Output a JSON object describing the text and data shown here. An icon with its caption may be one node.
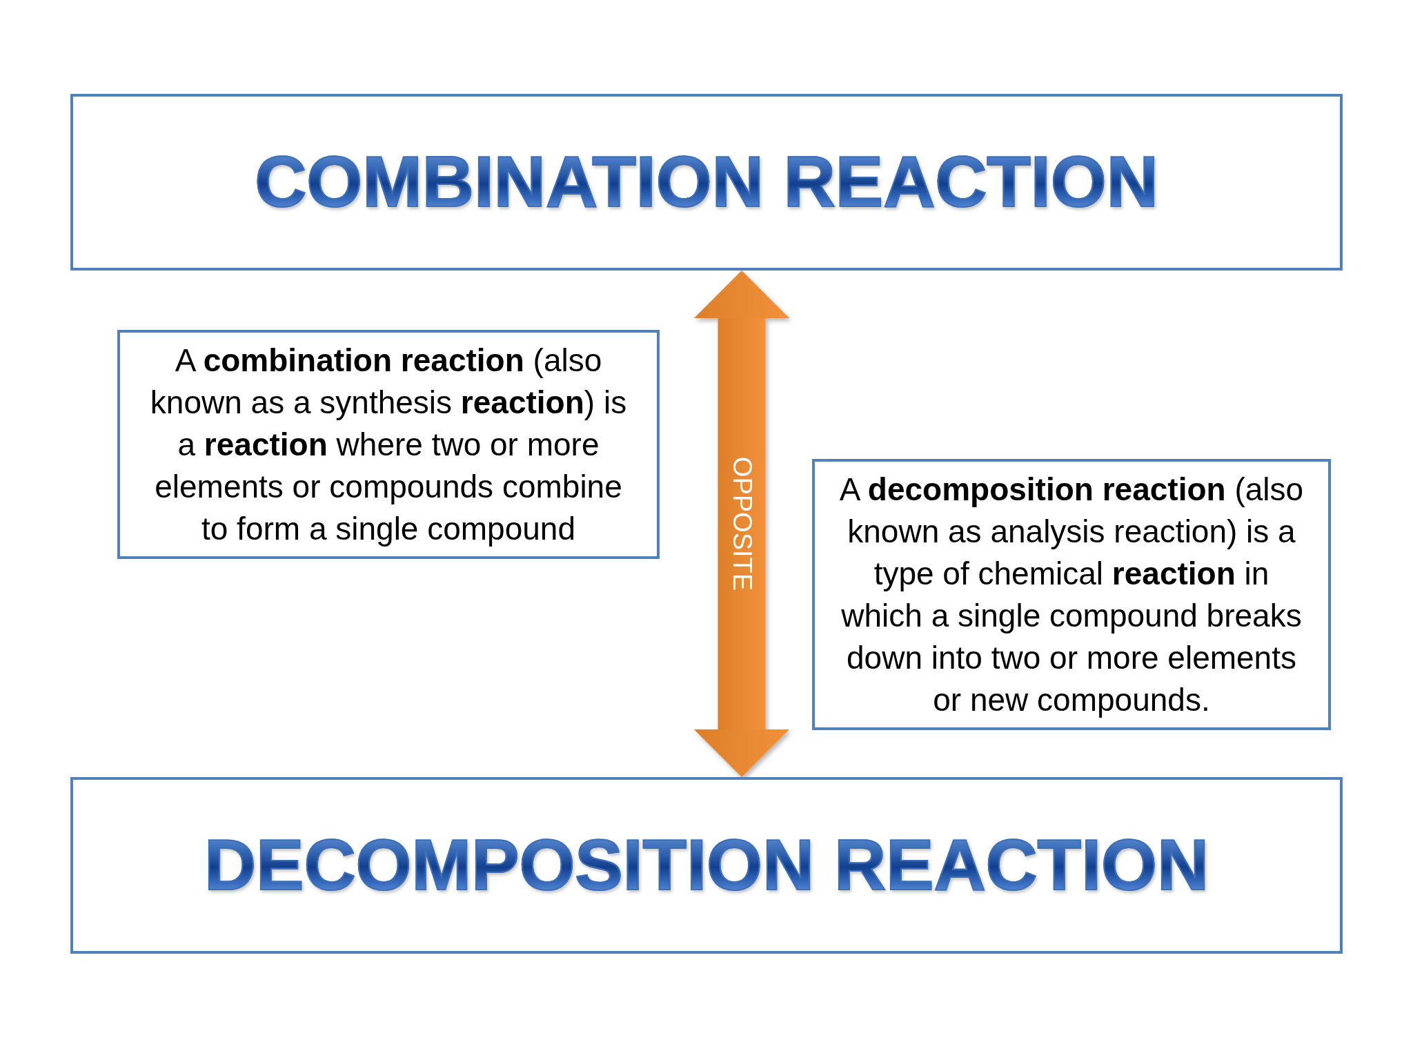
{
  "diagram": {
    "nodes": [
      {
        "text": [
          "COMBINATION REACTION"
        ]
      },
      {
        "text": [
          "A **combination reaction** (also known as a synthesis **reaction**) is a **reaction** where two or more elements or compounds combine to form a single compound"
        ]
      },
      {
        "text": [
          "A **decomposition reaction** (also known as analysis reaction) is a type of chemical **reaction** in which a single compound breaks down into two or more elements or new compounds."
        ]
      },
      {
        "text": [
          "DECOMPOSITION REACTION"
        ]
      }
    ],
    "edges": [
      {
        "from": 0,
        "to": 3,
        "arrow": "both",
        "label": "OPPOSITE",
        "style": "thick",
        "color": "#f08a2e"
      }
    ]
  }
}
